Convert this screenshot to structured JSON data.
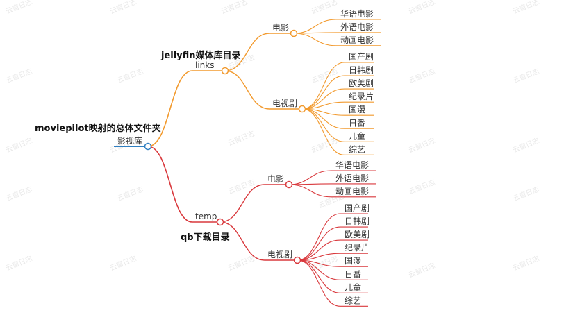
{
  "watermark": "云窗日志",
  "colors": {
    "root": "#2f7fc1",
    "links": "#f29a2e",
    "temp": "#d9393d",
    "text": "#333333",
    "note": "#111111"
  },
  "root": {
    "label": "影视库",
    "note": "moviepilot映射的总体文件夹"
  },
  "branches": [
    {
      "key": "links",
      "label": "links",
      "note": "jellyfin媒体库目录",
      "groups": [
        {
          "label": "电影",
          "items": [
            "华语电影",
            "外语电影",
            "动画电影"
          ]
        },
        {
          "label": "电视剧",
          "items": [
            "国产剧",
            "日韩剧",
            "欧美剧",
            "纪录片",
            "国漫",
            "日番",
            "儿童",
            "综艺"
          ]
        }
      ]
    },
    {
      "key": "temp",
      "label": "temp",
      "note": "qb下载目录",
      "groups": [
        {
          "label": "电影",
          "items": [
            "华语电影",
            "外语电影",
            "动画电影"
          ]
        },
        {
          "label": "电视剧",
          "items": [
            "国产剧",
            "日韩剧",
            "欧美剧",
            "纪录片",
            "国漫",
            "日番",
            "儿童",
            "综艺"
          ]
        }
      ]
    }
  ]
}
